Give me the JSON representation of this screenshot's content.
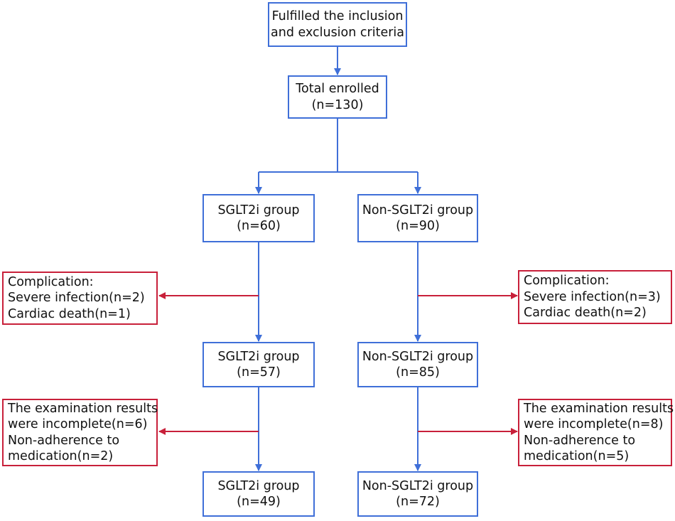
{
  "colors": {
    "flow": "#3f6fd8",
    "exclusion": "#c8203a"
  },
  "nodes": {
    "criteria": [
      "Fulfilled the inclusion",
      "and exclusion criteria"
    ],
    "enrolled": [
      "Total enrolled",
      "(n=130)"
    ],
    "sglt2i_initial": [
      "SGLT2i group",
      "(n=60)"
    ],
    "non_sglt2i_initial": [
      "Non-SGLT2i group",
      "(n=90)"
    ],
    "sglt2i_mid": [
      "SGLT2i group",
      "(n=57)"
    ],
    "non_sglt2i_mid": [
      "Non-SGLT2i group",
      "(n=85)"
    ],
    "sglt2i_final": [
      "SGLT2i group",
      "(n=49)"
    ],
    "non_sglt2i_final": [
      "Non-SGLT2i group",
      "(n=72)"
    ]
  },
  "exclusions": {
    "sglt2i_complication": [
      "Complication:",
      "Severe infection(n=2)",
      "Cardiac death(n=1)"
    ],
    "non_sglt2i_complication": [
      "Complication:",
      "Severe infection(n=3)",
      "Cardiac death(n=2)"
    ],
    "sglt2i_incomplete": [
      "The examination results",
      "were incomplete(n=6)",
      "Non-adherence to",
      "medication(n=2)"
    ],
    "non_sglt2i_incomplete": [
      "The examination results",
      "were incomplete(n=8)",
      "Non-adherence to",
      "medication(n=5)"
    ]
  }
}
